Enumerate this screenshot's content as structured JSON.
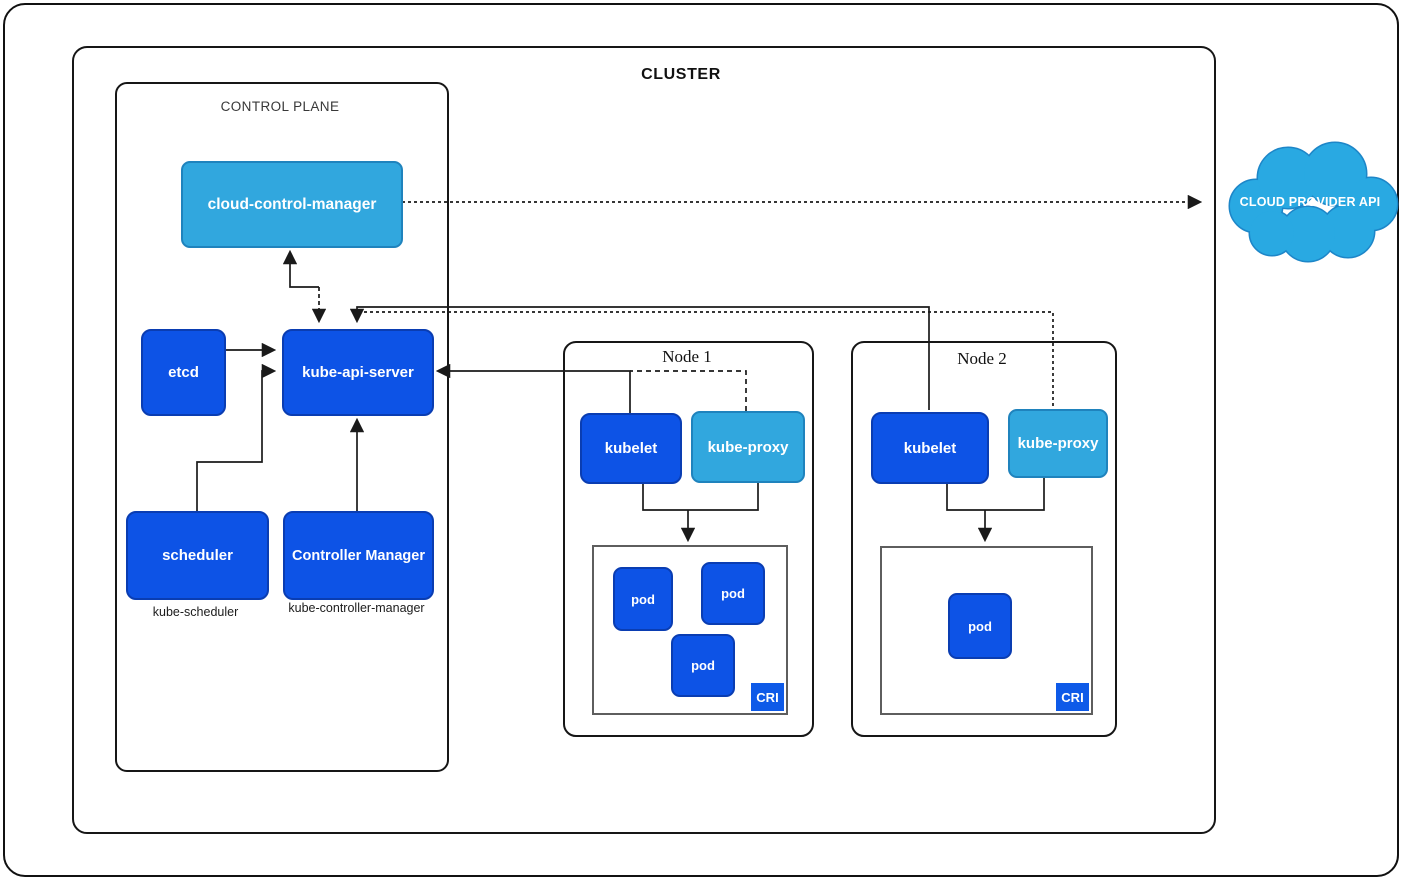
{
  "cluster": {
    "label": "CLUSTER"
  },
  "control_plane": {
    "label": "CONTROL PLANE",
    "cloud_control_manager": "cloud-control-manager",
    "etcd": "etcd",
    "kube_api_server": "kube-api-server",
    "scheduler": "scheduler",
    "scheduler_caption": "kube-scheduler",
    "controller_manager": "Controller Manager",
    "controller_manager_caption": "kube-controller-manager"
  },
  "nodes": [
    {
      "label": "Node 1",
      "kubelet": "kubelet",
      "kube_proxy": "kube-proxy",
      "pods": [
        "pod",
        "pod",
        "pod"
      ],
      "cri": "CRI"
    },
    {
      "label": "Node 2",
      "kubelet": "kubelet",
      "kube_proxy": "kube-proxy",
      "pods": [
        "pod"
      ],
      "cri": "CRI"
    }
  ],
  "cloud_provider": {
    "label": "CLOUD PROVIDER API"
  },
  "colors": {
    "dark_blue": "#0d53e6",
    "dark_blue_border": "#0a3db2",
    "light_blue": "#31a7de",
    "light_blue_border": "#1f83bd",
    "cri_blue": "#0e5ae8",
    "line": "#1a1a1a",
    "pods_container_border": "#5e5e5e"
  }
}
